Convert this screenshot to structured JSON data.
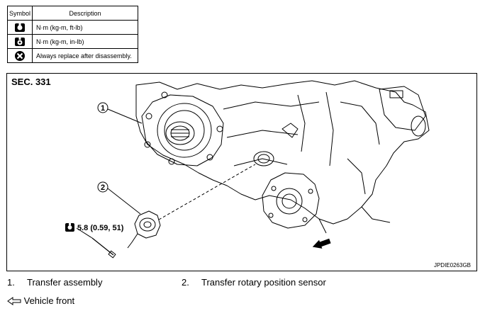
{
  "legend": {
    "header_symbol": "Symbol",
    "header_description": "Description",
    "rows": [
      {
        "icon": "torque-wrench-icon",
        "text": "N·m (kg-m, ft-lb)"
      },
      {
        "icon": "torque-wrench-small-icon",
        "text": "N·m (kg-m, in-lb)"
      },
      {
        "icon": "always-replace-icon",
        "text": "Always replace after disassembly."
      }
    ]
  },
  "diagram": {
    "section": "SEC. 331",
    "figure_code": "JPDIE0263GB",
    "callouts": [
      "1",
      "2"
    ],
    "torque_value": "5.8 (0.59, 51)",
    "torque_icon": "torque-wrench-icon",
    "arrow_icon": "vehicle-front-arrow-icon"
  },
  "parts": [
    {
      "num": "1.",
      "name": "Transfer assembly"
    },
    {
      "num": "2.",
      "name": "Transfer rotary position sensor"
    }
  ],
  "vehicle_front": {
    "icon": "hollow-arrow-icon",
    "label": "Vehicle front"
  }
}
